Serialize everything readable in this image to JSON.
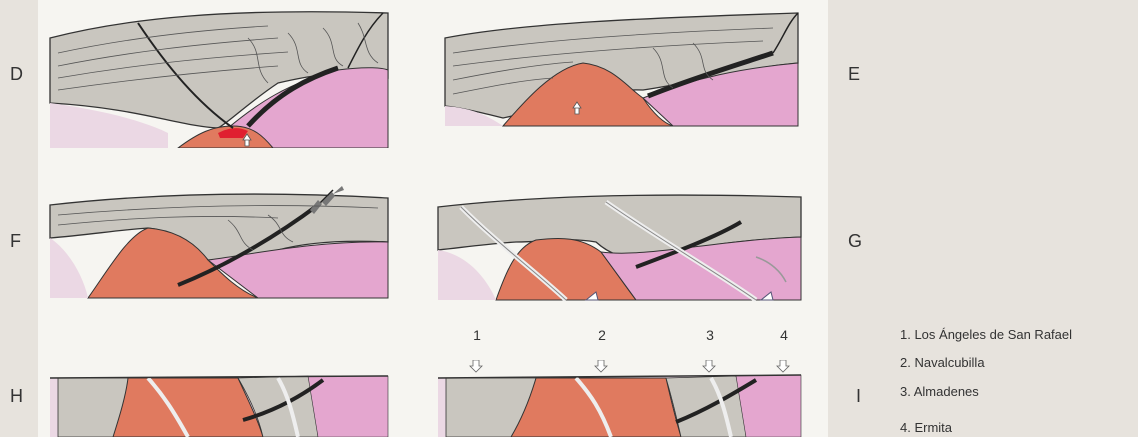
{
  "panel_letters": {
    "d": "D",
    "e": "E",
    "f": "F",
    "g": "G",
    "h": "H",
    "i": "I"
  },
  "locality_markers": [
    "1",
    "2",
    "3",
    "4"
  ],
  "legend": [
    "1. Los Ángeles de San Rafael",
    "2. Navalcubilla",
    "3. Almadenes",
    "4. Ermita"
  ],
  "colors": {
    "background": "#e7e3dd",
    "panel": "#f6f5f1",
    "sediment": "#c9c6bf",
    "intrusion": "#e07a5f",
    "host_rock": "#e4a6cf",
    "dark_layer": "#222222",
    "hot_core": "#e02030"
  }
}
